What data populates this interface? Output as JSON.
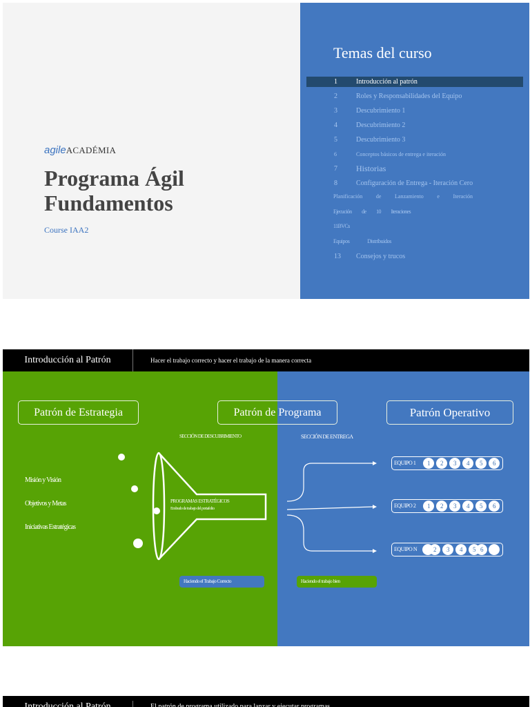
{
  "slide1": {
    "logo": {
      "agile": "agile",
      "academia": "ACADÉMIA"
    },
    "title_line1": "Programa Ágil",
    "title_line2": "Fundamentos",
    "course": "Course IAA2",
    "topics_title": "Temas del curso",
    "topics": [
      {
        "num": "1",
        "label": "Introducción al patrón"
      },
      {
        "num": "2",
        "label": "Roles y Responsabilidades del Equipo"
      },
      {
        "num": "3",
        "label": "Descubrimiento 1"
      },
      {
        "num": "4",
        "label": "Descubrimiento 2"
      },
      {
        "num": "5",
        "label": "Descubrimiento 3"
      },
      {
        "num": "6",
        "label": "Conceptos básicos de entrega e iteración"
      },
      {
        "num": "7",
        "label": "Historias"
      },
      {
        "num": "8",
        "label": "Configuración de Entrega - Iteración Cero"
      }
    ],
    "planning_words": [
      "Planificación",
      "de",
      "Lanzamiento",
      "e",
      "Iteración"
    ],
    "execution_words": [
      "Ejecución",
      "de",
      "10",
      "Iteraciones"
    ],
    "ibvcs": "11BVCs",
    "distributed_words": [
      "Equipos",
      "Distribuidos"
    ],
    "last_topic": {
      "num": "13",
      "label": "Consejos y trucos"
    }
  },
  "slide2": {
    "header_title": "Introducción al Patrón",
    "header_sub": "Hacer el trabajo correcto y hacer el trabajo de la manera correcta",
    "strategy_box": "Patrón de Estrategia",
    "program_box": "Patrón de Programa",
    "operative_box": "Patrón Operativo",
    "discovery_section": "SECCIÓN DE DESCUBRIMIENTO",
    "delivery_section": "SECCIÓN DE ENTREGA",
    "left_items": [
      "Misión y Visión",
      "Objetivos y Metas",
      "Iniciativas Estratégicas"
    ],
    "funnel_line1": "PROGRAMAS ESTRATÉGICOS",
    "funnel_line2": "Embudo de trabajo del portafolio",
    "teams": [
      {
        "label": "EQUIPO 1",
        "numbers": [
          "1",
          "2",
          "3",
          "4",
          "5",
          "6"
        ]
      },
      {
        "label": "EQUIPO 2",
        "numbers": [
          "1",
          "2",
          "3",
          "4",
          "5",
          "6"
        ]
      },
      {
        "label": "EQUIPO N",
        "numbers": [
          "",
          "2",
          "3",
          "4",
          "5",
          "6",
          ""
        ]
      }
    ],
    "pill_blue": "Haciendo el Trabajo Correcto",
    "pill_green": "Haciendo el trabajo bien"
  },
  "slide3": {
    "header_title": "Introducción al Patrón",
    "header_sub": "El patrón de programa utilizado para lanzar y ejecutar programas"
  },
  "colors": {
    "blue": "#4378c0",
    "green": "#57a305",
    "dark": "#234a6e",
    "black": "#000000"
  }
}
